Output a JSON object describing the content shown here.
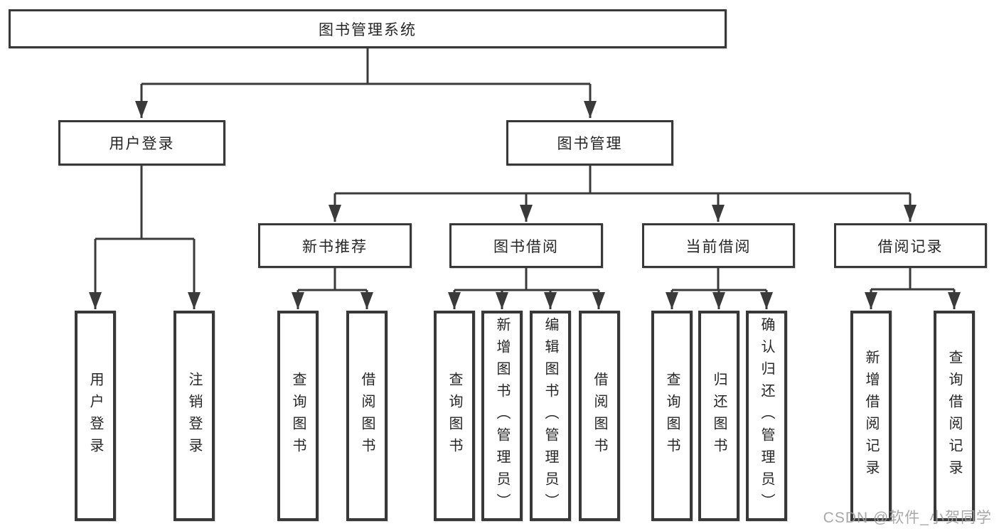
{
  "diagram": {
    "root": {
      "label": "图书管理系统"
    },
    "level2": {
      "user_login": {
        "label": "用户登录"
      },
      "book_management": {
        "label": "图书管理"
      }
    },
    "level3": {
      "new_book_recommend": {
        "label": "新书推荐"
      },
      "book_borrow": {
        "label": "图书借阅"
      },
      "current_borrow": {
        "label": "当前借阅"
      },
      "borrow_records": {
        "label": "借阅记录"
      }
    },
    "leaves": {
      "user_login": [
        "用户登录",
        "注销登录"
      ],
      "new_book_recommend": [
        "查询图书",
        "借阅图书"
      ],
      "book_borrow": [
        "查询图书",
        "新增图书（管理员）",
        "编辑图书（管理员）",
        "借阅图书"
      ],
      "current_borrow": [
        "查询图书",
        "归还图书",
        "确认归还（管理员）"
      ],
      "borrow_records": [
        "新增借阅记录",
        "查询借阅记录"
      ]
    },
    "watermark": "CSDN @软件_小贺同学",
    "colors": {
      "line": "#3a3a3a",
      "text": "#262626",
      "watermark": "#9e9e9e",
      "background": "#ffffff"
    }
  }
}
